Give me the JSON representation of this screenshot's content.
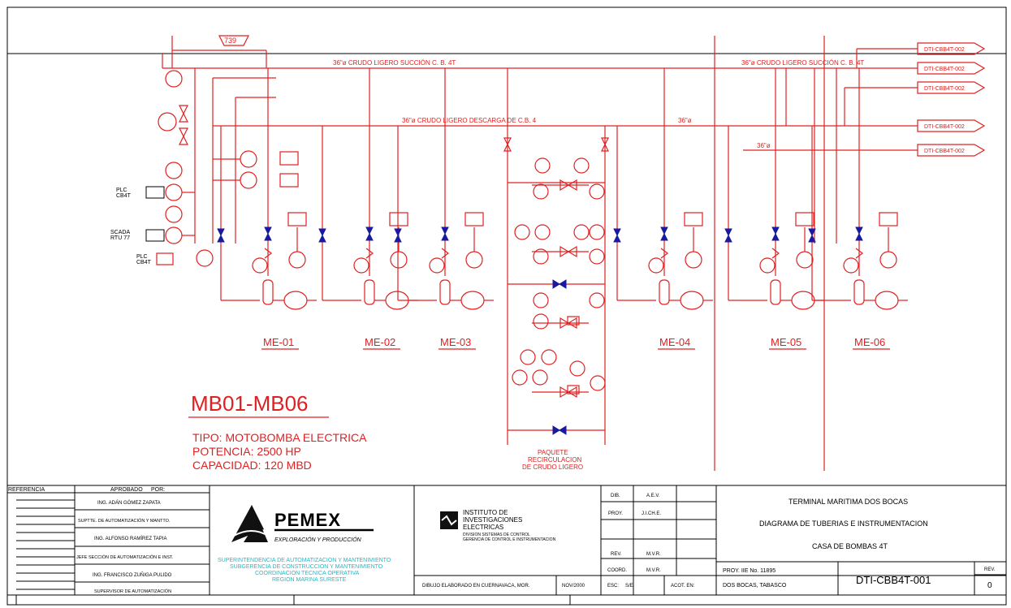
{
  "pipes": {
    "suction_header": "36\"ø CRUDO LIGERO SUCCIÓN C. B. 4T",
    "discharge_header": "36\"ø CRUDO LIGERO DESCARGA DE C.B. 4",
    "discharge_right": "36\"ø",
    "small_header": "36\"ø",
    "top_tag": "739"
  },
  "offpage": [
    "DTI-CBB4T-002",
    "DTI-CBB4T-002",
    "DTI-CBB4T-002",
    "DTI-CBB4T-002",
    "DTI-CBB4T-002"
  ],
  "pumps": [
    "ME-01",
    "ME-02",
    "ME-03",
    "ME-04",
    "ME-05",
    "ME-06"
  ],
  "title_block_main": {
    "title": "MB01-MB06",
    "tipo": "TIPO: MOTOBOMBA ELECTRICA",
    "potencia": "POTENCIA: 2500 HP",
    "capacidad": "CAPACIDAD: 120 MBD"
  },
  "package": {
    "line1": "PAQUETE",
    "line2": "RECIRCULACION",
    "line3": "DE CRUDO LIGERO"
  },
  "left_instruments": {
    "plc1": "PLC",
    "cb1": "CB4T",
    "scada": "SCADA",
    "rtu": "RTU 77",
    "plc2": "PLC",
    "cb2": "CB4T"
  },
  "approvals": {
    "ref_label": "REFERENCIA",
    "aprobado": "APROBADO",
    "por": "POR:",
    "rows": [
      "ING. ADÁN GÓMEZ ZAPATA",
      "SUPTTE. DE AUTOMATIZACIÓN Y MANTTO.",
      "ING. ALFONSO RAMÍREZ TAPIA",
      "JEFE SECCIÓN DE AUTOMATIZACIÓN E INST.",
      "ING. FRANCISCO ZUÑIGA PULIDO",
      "SUPERVISOR DE AUTOMATIZACIÓN"
    ]
  },
  "pemex": {
    "name": "PEMEX",
    "sub": "EXPLORACIÓN Y PRODUCCIÓN",
    "l1": "SUPERINTENDENCIA DE AUTOMATIZACION Y MANTENIMIENTO",
    "l2": "SUBGERENCIA DE CONSTRUCCION Y MANTENIMIENTO",
    "l3": "COORDINACION TECNICA OPERATIVA",
    "l4": "REGION MARINA SURESTE"
  },
  "iie": {
    "l1": "INSTITUTO DE",
    "l2": "INVESTIGACIONES",
    "l3": "ELECTRICAS",
    "l4": "DIVISION SISTEMAS DE CONTROL",
    "l5": "GERENCIA DE CONTROL E INSTRUMENTACION",
    "drawn": "DIBUJO ELABORADO EN CUERNAVACA, MOR.",
    "date": "NOV/2000"
  },
  "sign": {
    "dib": "DIB.",
    "dib_v": "A.E.V.",
    "proy": "PROY.",
    "proy_v": "J.I.CH.E.",
    "rev": "REV.",
    "rev_v": "M.V.R.",
    "coord": "COORD.",
    "coord_v": "M.V.R.",
    "esc": "ESC:",
    "esc_v": "S/E",
    "acot": "ACOT. EN:"
  },
  "project": {
    "t1": "TERMINAL MARITIMA DOS BOCAS",
    "t2": "DIAGRAMA DE TUBERIAS E INSTRUMENTACION",
    "t3": "CASA DE BOMBAS 4T",
    "proy_no": "PROY. IIE No. 11895",
    "place": "DOS BOCAS, TABASCO",
    "dwg": "DTI-CBB4T-001",
    "rev_label": "REV.",
    "rev": "0"
  }
}
